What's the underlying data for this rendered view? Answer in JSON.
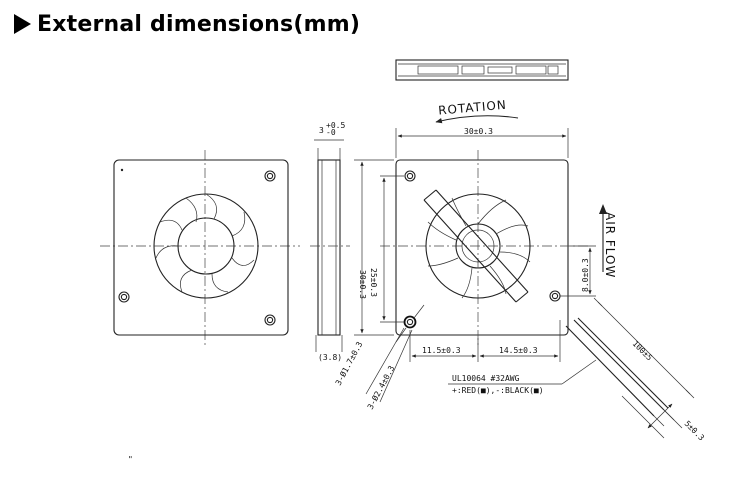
{
  "heading": {
    "text": "External dimensions(mm)"
  },
  "labels": {
    "rotation": "ROTATION",
    "air_flow": "AIR FLOW",
    "thickness_top": "3",
    "thickness_plus": "+0.5",
    "thickness_minus": "-0",
    "width_30": "30±0.3",
    "height_30": "30±0.3",
    "hole_span_25": "25±0.3",
    "offset_8": "8.0±0.3",
    "base_11_5": "11.5±0.3",
    "base_14_5": "14.5±0.3",
    "depth_3_8": "(3.8)",
    "hole_small": "3-Ø1.7±0.3",
    "hole_large": "3-Ø2.4±0.3",
    "cable_length": "100±5",
    "cable_end": "5±0.3",
    "wire_spec": "UL10064  #32AWG",
    "wire_colors": "+:RED(■),-:BLACK(■)",
    "stray_mark": "\""
  }
}
